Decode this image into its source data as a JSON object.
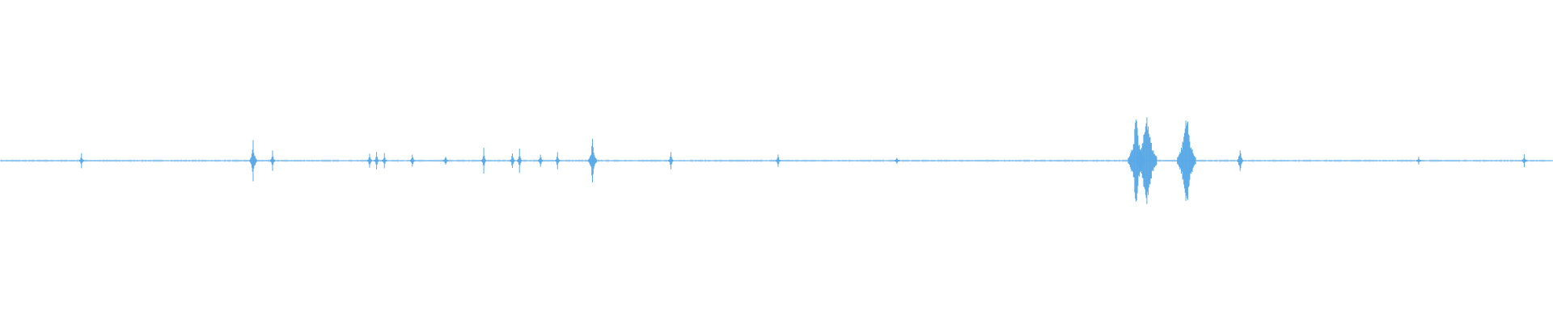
{
  "waveform": {
    "color": "#5aa9e6",
    "duration_fraction_peaks": [
      {
        "t": 0.0525,
        "amp": 0.05
      },
      {
        "t": 0.163,
        "amp": 0.13
      },
      {
        "t": 0.1755,
        "amp": 0.07
      },
      {
        "t": 0.238,
        "amp": 0.05
      },
      {
        "t": 0.2425,
        "amp": 0.06
      },
      {
        "t": 0.2475,
        "amp": 0.05
      },
      {
        "t": 0.2655,
        "amp": 0.05
      },
      {
        "t": 0.287,
        "amp": 0.04
      },
      {
        "t": 0.3115,
        "amp": 0.08
      },
      {
        "t": 0.33,
        "amp": 0.07
      },
      {
        "t": 0.3345,
        "amp": 0.08
      },
      {
        "t": 0.348,
        "amp": 0.05
      },
      {
        "t": 0.359,
        "amp": 0.06
      },
      {
        "t": 0.3815,
        "amp": 0.14
      },
      {
        "t": 0.432,
        "amp": 0.06
      },
      {
        "t": 0.501,
        "amp": 0.05
      },
      {
        "t": 0.5775,
        "amp": 0.03
      },
      {
        "t": 0.7315,
        "amp": 0.31
      },
      {
        "t": 0.7385,
        "amp": 0.37
      },
      {
        "t": 0.764,
        "amp": 0.36
      },
      {
        "t": 0.7985,
        "amp": 0.09
      },
      {
        "t": 0.9135,
        "amp": 0.03
      },
      {
        "t": 0.9815,
        "amp": 0.04
      }
    ]
  }
}
